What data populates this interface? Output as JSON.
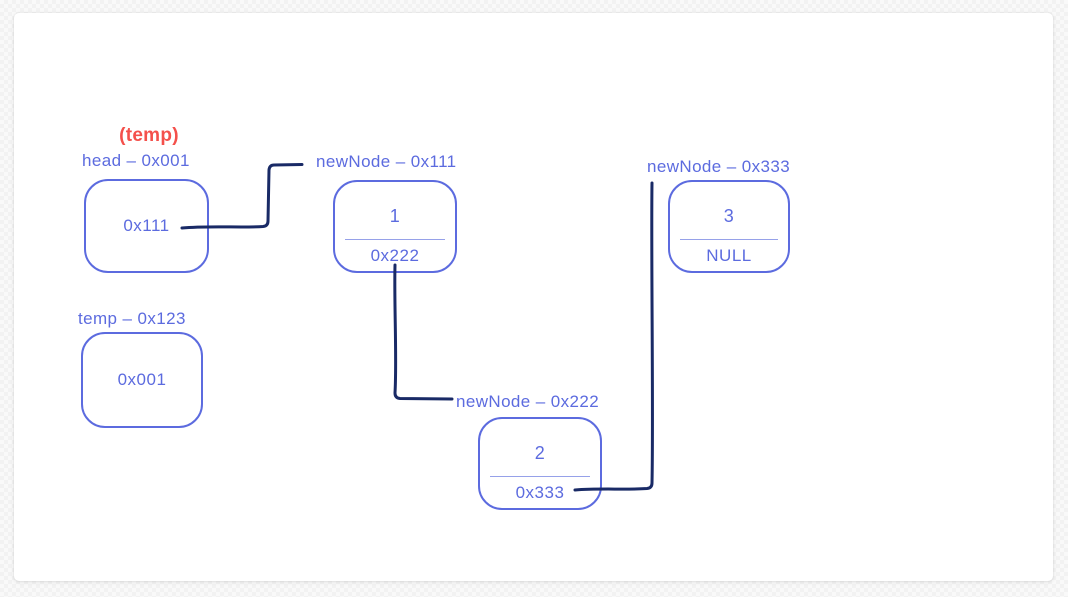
{
  "diagram": {
    "type": "linked-list",
    "annotation": {
      "text": "(temp)"
    },
    "pointers": [
      {
        "id": "head",
        "label": "head – 0x001",
        "value": "0x111"
      },
      {
        "id": "temp",
        "label": "temp – 0x123",
        "value": "0x001"
      }
    ],
    "nodes": [
      {
        "id": "newNode-0x111",
        "label": "newNode – 0x111",
        "data": "1",
        "next": "0x222"
      },
      {
        "id": "newNode-0x222",
        "label": "newNode – 0x222",
        "data": "2",
        "next": "0x333"
      },
      {
        "id": "newNode-0x333",
        "label": "newNode – 0x333",
        "data": "3",
        "next": "NULL"
      }
    ],
    "connections": [
      {
        "from": "head value 0x111",
        "to": "newNode – 0x111 label"
      },
      {
        "from": "newNode 0x111 next 0x222",
        "to": "newNode – 0x222 label"
      },
      {
        "from": "newNode 0x222 next 0x333",
        "to": "newNode – 0x333 label"
      }
    ],
    "colors": {
      "accent": "#5c6bdf",
      "connector": "#192a66",
      "annotation": "#f4504b",
      "panel_bg": "#ffffff",
      "divider": "#96a1e9"
    }
  }
}
